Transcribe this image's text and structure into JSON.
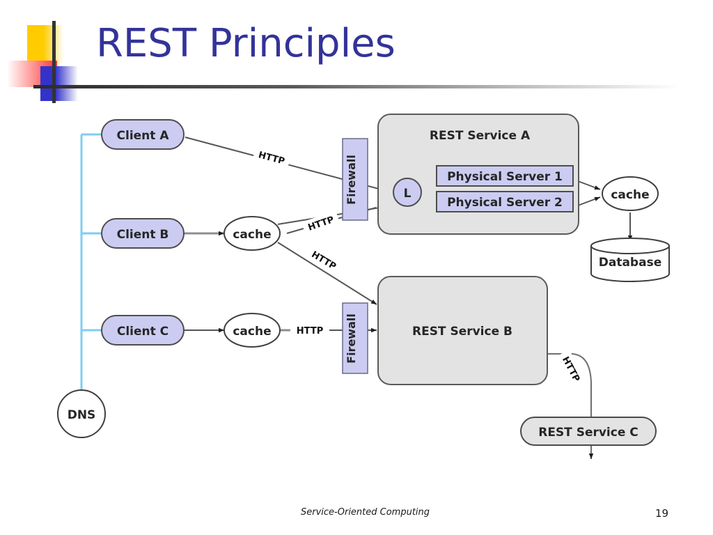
{
  "slide": {
    "title": "REST Principles",
    "footer_note": "Service-Oriented Computing",
    "page_number": "19"
  },
  "colors": {
    "title_blue": "#333399",
    "node_lavender": "#ccccf2",
    "service_gray": "#e3e3e3",
    "dns_link_blue": "#66c2e8",
    "deco_yellow": "#ffcc00",
    "deco_red": "#ff3333",
    "deco_blue": "#3333cc",
    "edge_gray": "#555555"
  },
  "diagram": {
    "clients": [
      {
        "label": "Client A"
      },
      {
        "label": "Client B"
      },
      {
        "label": "Client C"
      }
    ],
    "caches": [
      {
        "label": "cache"
      },
      {
        "label": "cache"
      },
      {
        "label": "cache"
      }
    ],
    "dns": {
      "label": "DNS"
    },
    "firewalls": [
      {
        "label": "Firewall"
      },
      {
        "label": "Firewall"
      }
    ],
    "services": [
      {
        "label": "REST Service A"
      },
      {
        "label": "REST Service B"
      },
      {
        "label": "REST Service C"
      }
    ],
    "load_balancer": {
      "label": "L"
    },
    "physical_servers": [
      {
        "label": "Physical Server 1"
      },
      {
        "label": "Physical Server 2"
      }
    ],
    "database": {
      "label": "Database"
    },
    "edge_labels": {
      "a_to_firewall": "HTTP",
      "b_to_firewall": "HTTP",
      "b_to_firewall_b": "HTTP",
      "c_to_firewall_b": "HTTP",
      "b_to_service_c": "HTTP"
    }
  }
}
